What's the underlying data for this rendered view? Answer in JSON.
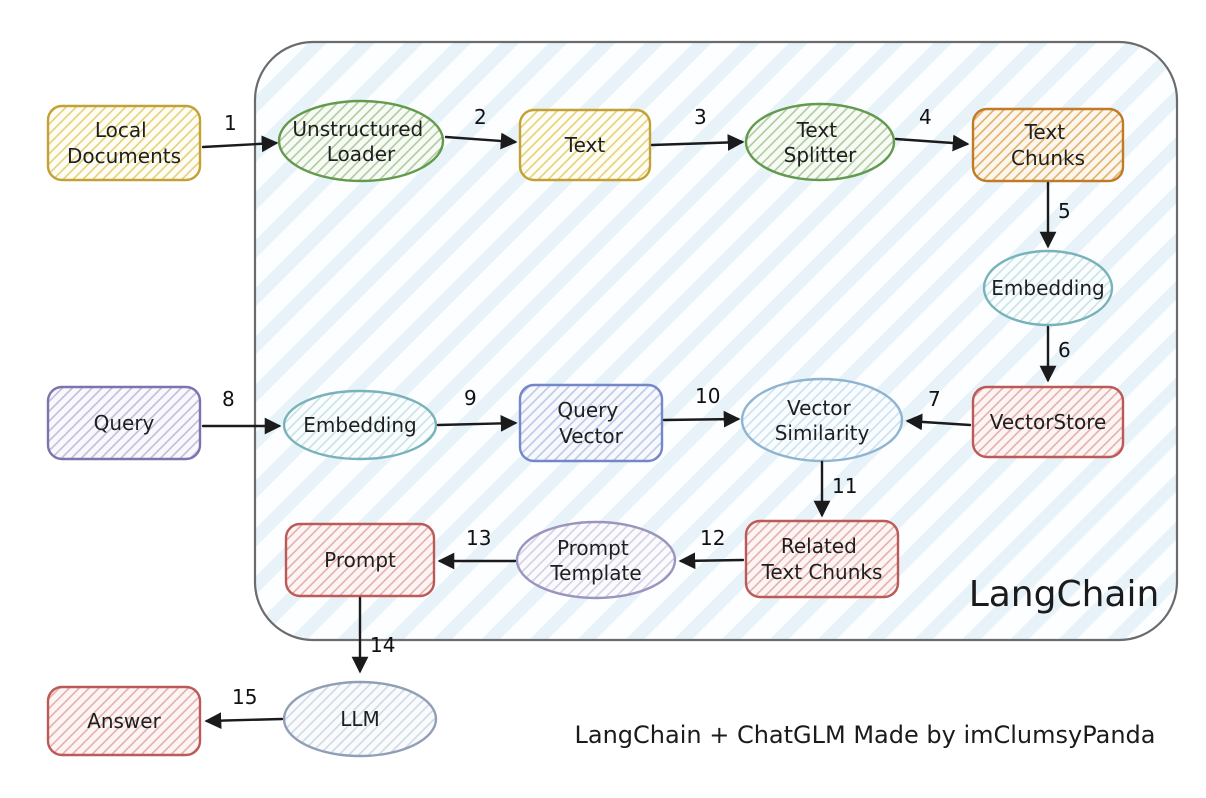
{
  "palette": {
    "yellow": "#c3a136",
    "green": "#639a4e",
    "orange": "#c07b27",
    "teal": "#79b2ba",
    "red": "#bb5a56",
    "purple": "#7d73ad",
    "blue": "#7487c8",
    "lightblue": "#8fb4cf",
    "lavender": "#9b95be",
    "grayblue": "#919fb6",
    "container_stroke": "#6b6b6b",
    "arrow": "#1b1b1b"
  },
  "diagram": {
    "container_label": "LangChain",
    "caption": "LangChain + ChatGLM Made by imClumsyPanda",
    "nodes": {
      "local_documents": {
        "lines": [
          "Local",
          "Documents"
        ]
      },
      "unstructured_loader": {
        "lines": [
          "Unstructured",
          "Loader"
        ]
      },
      "text": {
        "lines": [
          "Text"
        ]
      },
      "text_splitter": {
        "lines": [
          "Text",
          "Splitter"
        ]
      },
      "text_chunks": {
        "lines": [
          "Text",
          "Chunks"
        ]
      },
      "embedding_top": {
        "lines": [
          "Embedding"
        ]
      },
      "vectorstore": {
        "lines": [
          "VectorStore"
        ]
      },
      "query": {
        "lines": [
          "Query"
        ]
      },
      "embedding_query": {
        "lines": [
          "Embedding"
        ]
      },
      "query_vector": {
        "lines": [
          "Query",
          "Vector"
        ]
      },
      "vector_similarity": {
        "lines": [
          "Vector",
          "Similarity"
        ]
      },
      "related_text_chunks": {
        "lines": [
          "Related",
          "Text Chunks"
        ]
      },
      "prompt_template": {
        "lines": [
          "Prompt",
          "Template"
        ]
      },
      "prompt": {
        "lines": [
          "Prompt"
        ]
      },
      "llm": {
        "lines": [
          "LLM"
        ]
      },
      "answer": {
        "lines": [
          "Answer"
        ]
      }
    },
    "edge_labels": [
      "1",
      "2",
      "3",
      "4",
      "5",
      "6",
      "7",
      "8",
      "9",
      "10",
      "11",
      "12",
      "13",
      "14",
      "15"
    ]
  }
}
